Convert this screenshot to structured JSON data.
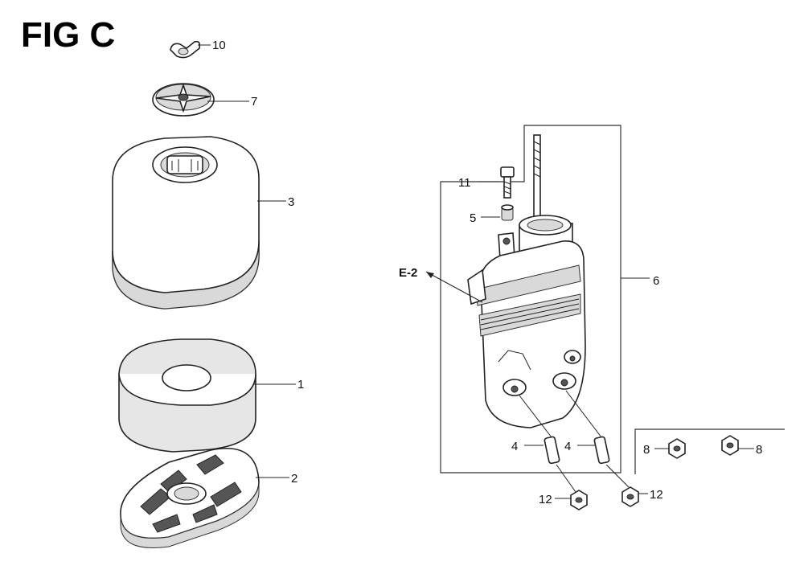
{
  "figure": {
    "title": "FIG C"
  },
  "callouts": {
    "p10": "10",
    "p7": "7",
    "p3": "3",
    "p1": "1",
    "p2": "2",
    "p11": "11",
    "p5": "5",
    "p6": "6",
    "e2": "E-2",
    "p4a": "4",
    "p4b": "4",
    "p8a": "8",
    "p8b": "8",
    "p12a": "12",
    "p12b": "12"
  },
  "parts": [
    {
      "ref": "10",
      "name": "wing-nut"
    },
    {
      "ref": "7",
      "name": "cover-washer"
    },
    {
      "ref": "3",
      "name": "air-cleaner-cover"
    },
    {
      "ref": "1",
      "name": "foam-element"
    },
    {
      "ref": "2",
      "name": "element-base"
    },
    {
      "ref": "11",
      "name": "bolt"
    },
    {
      "ref": "5",
      "name": "collar"
    },
    {
      "ref": "6",
      "name": "air-cleaner-case"
    },
    {
      "ref": "4",
      "name": "stud"
    },
    {
      "ref": "8",
      "name": "nut"
    },
    {
      "ref": "12",
      "name": "nut"
    }
  ]
}
